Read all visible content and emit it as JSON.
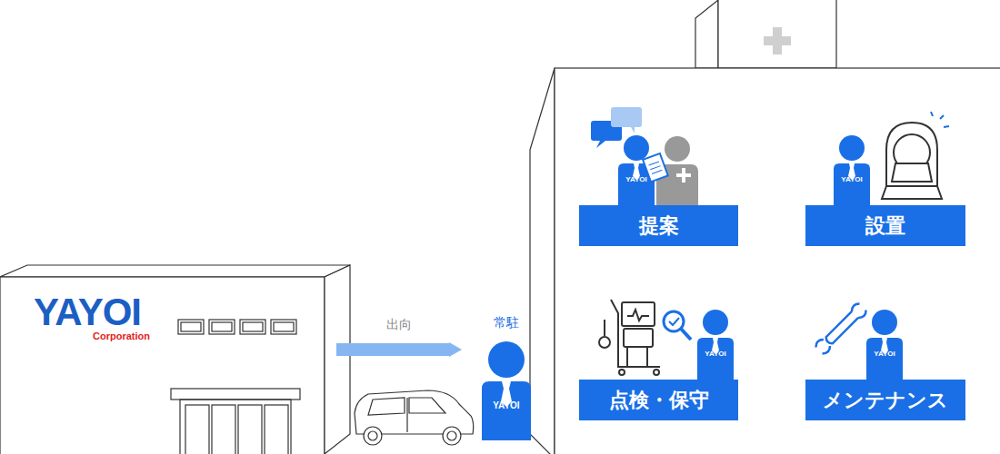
{
  "diagram": {
    "nodes": [
      {
        "text": [
          "YAYOI",
          "Corporation"
        ]
      },
      {
        "text": [
          "常駐",
          "YAYOI"
        ]
      },
      {
        "text": [
          "提案"
        ]
      },
      {
        "text": [
          "設置"
        ]
      },
      {
        "text": [
          "点検・保守"
        ]
      },
      {
        "text": [
          "メンテナンス"
        ]
      }
    ],
    "edges": [
      {
        "from": 0,
        "to": 1,
        "arrow": "to",
        "label": "出向"
      }
    ],
    "labels": [
      "YAYOI",
      "YAYOI",
      "YAYOI",
      "YAYOI"
    ]
  }
}
